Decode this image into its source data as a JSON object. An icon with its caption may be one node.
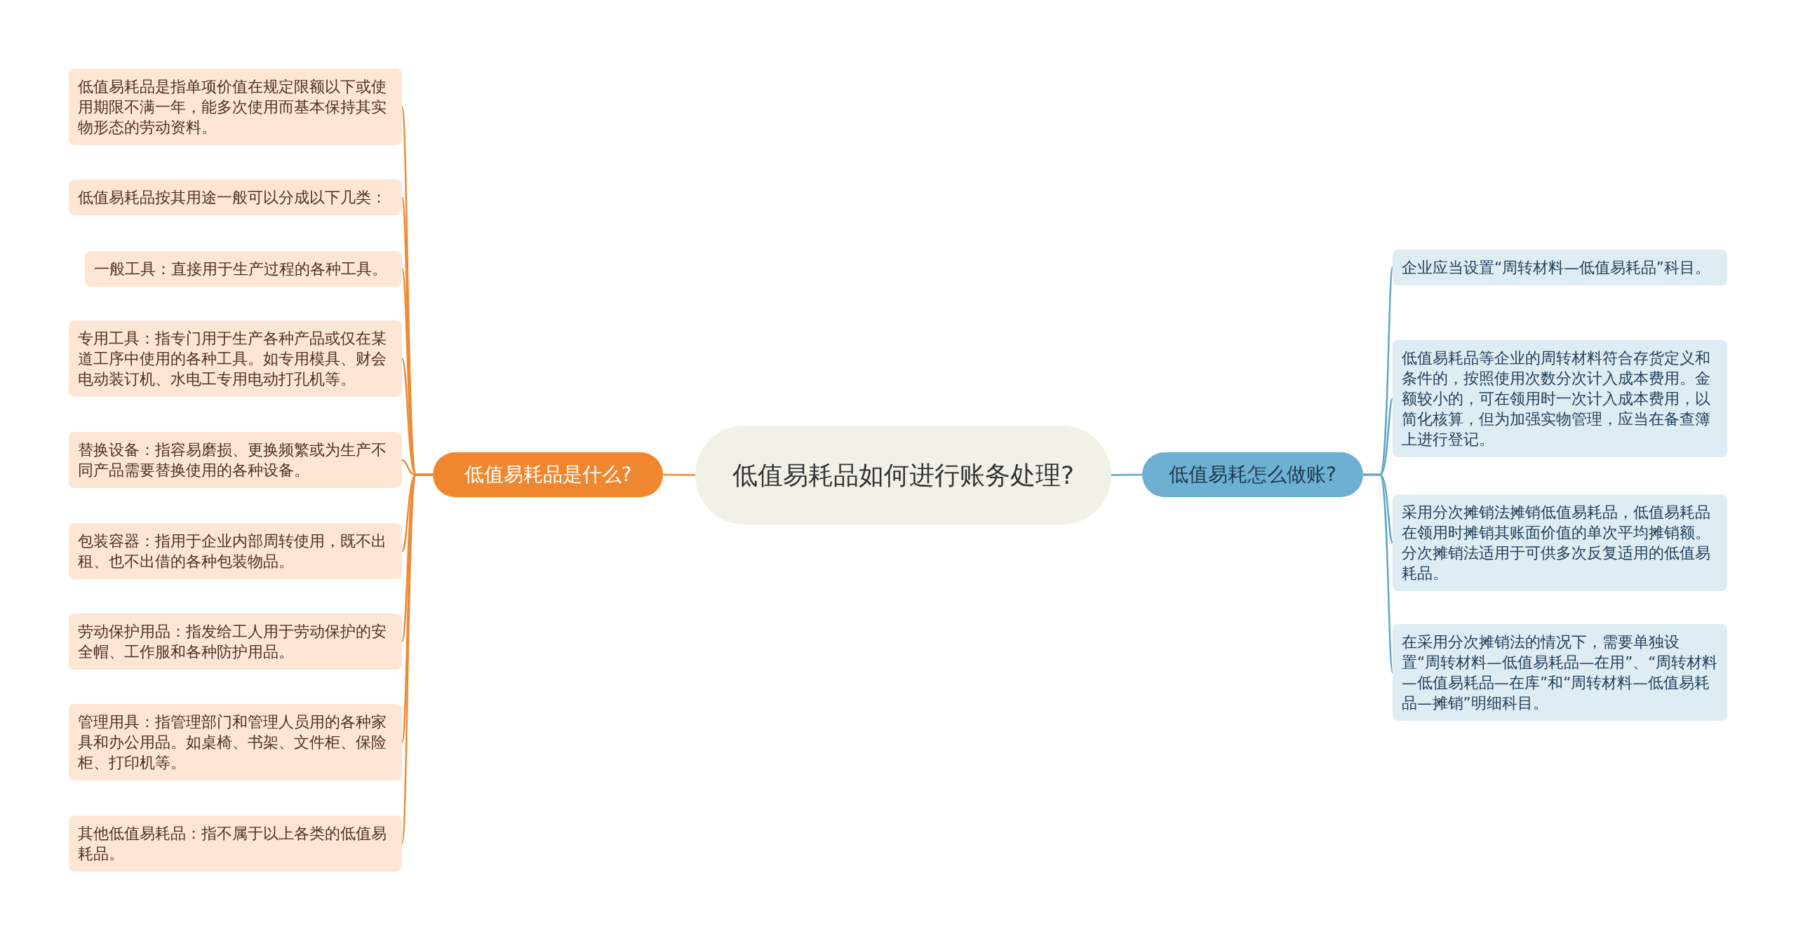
{
  "diagram": {
    "nodes": [
      {
        "text": [
          "低值易耗品如何进行账务处理?"
        ]
      },
      {
        "text": [
          "低值易耗品是什么?"
        ]
      },
      {
        "text": [
          "低值易耗品是指单项价值在规定限额以下或使用期限不满一年，能多次使用而基本保持其实物形态的劳动资料。"
        ]
      },
      {
        "text": [
          "低值易耗品按其用途一般可以分成以下几类："
        ]
      },
      {
        "text": [
          "一般工具：直接用于生产过程的各种工具。"
        ]
      },
      {
        "text": [
          "专用工具：指专门用于生产各种产品或仅在某道工序中使用的各种工具。如专用模具、财会电动装订机、水电工专用电动打孔机等。"
        ]
      },
      {
        "text": [
          "替换设备：指容易磨损、更换频繁或为生产不同产品需要替换使用的各种设备。"
        ]
      },
      {
        "text": [
          "包装容器：指用于企业内部周转使用，既不出租、也不出借的各种包装物品。"
        ]
      },
      {
        "text": [
          "劳动保护用品：指发给工人用于劳动保护的安全帽、工作服和各种防护用品。"
        ]
      },
      {
        "text": [
          "管理用具：指管理部门和管理人员用的各种家具和办公用品。如桌椅、书架、文件柜、保险柜、打印机等。"
        ]
      },
      {
        "text": [
          "其他低值易耗品：指不属于以上各类的低值易耗品。"
        ]
      },
      {
        "text": [
          "低值易耗怎么做账?"
        ]
      },
      {
        "text": [
          "企业应当设置“周转材料—低值易耗品”科目。"
        ]
      },
      {
        "text": [
          "低值易耗品等企业的周转材料符合存货定义和条件的，按照使用次数分次计入成本费用。金额较小的，可在领用时一次计入成本费用，以简化核算，但为加强实物管理，应当在备查簿上进行登记。"
        ]
      },
      {
        "text": [
          "采用分次摊销法摊销低值易耗品，低值易耗品在领用时摊销其账面价值的单次平均摊销额。分次摊销法适用于可供多次反复适用的低值易耗品。"
        ]
      },
      {
        "text": [
          "在采用分次摊销法的情况下，需要单独设置“周转材料—低值易耗品—在用”、“周转材料—低值易耗品—在库”和“周转材料—低值易耗品—摊销”明细科目。"
        ]
      }
    ],
    "edges": [
      {
        "from": 0,
        "to": 1,
        "arrow": "none"
      },
      {
        "from": 1,
        "to": 2,
        "arrow": "none"
      },
      {
        "from": 1,
        "to": 3,
        "arrow": "none"
      },
      {
        "from": 1,
        "to": 4,
        "arrow": "none"
      },
      {
        "from": 1,
        "to": 5,
        "arrow": "none"
      },
      {
        "from": 1,
        "to": 6,
        "arrow": "none"
      },
      {
        "from": 1,
        "to": 7,
        "arrow": "none"
      },
      {
        "from": 1,
        "to": 8,
        "arrow": "none"
      },
      {
        "from": 1,
        "to": 9,
        "arrow": "none"
      },
      {
        "from": 1,
        "to": 10,
        "arrow": "none"
      },
      {
        "from": 0,
        "to": 11,
        "arrow": "none",
        "color": "#5fa6c8"
      },
      {
        "from": 11,
        "to": 12,
        "arrow": "none",
        "color": "#5fa6c8"
      },
      {
        "from": 11,
        "to": 13,
        "arrow": "none",
        "color": "#5fa6c8"
      },
      {
        "from": 11,
        "to": 14,
        "arrow": "none",
        "color": "#5fa6c8"
      },
      {
        "from": 11,
        "to": 15,
        "arrow": "none",
        "color": "#5fa6c8"
      }
    ]
  }
}
